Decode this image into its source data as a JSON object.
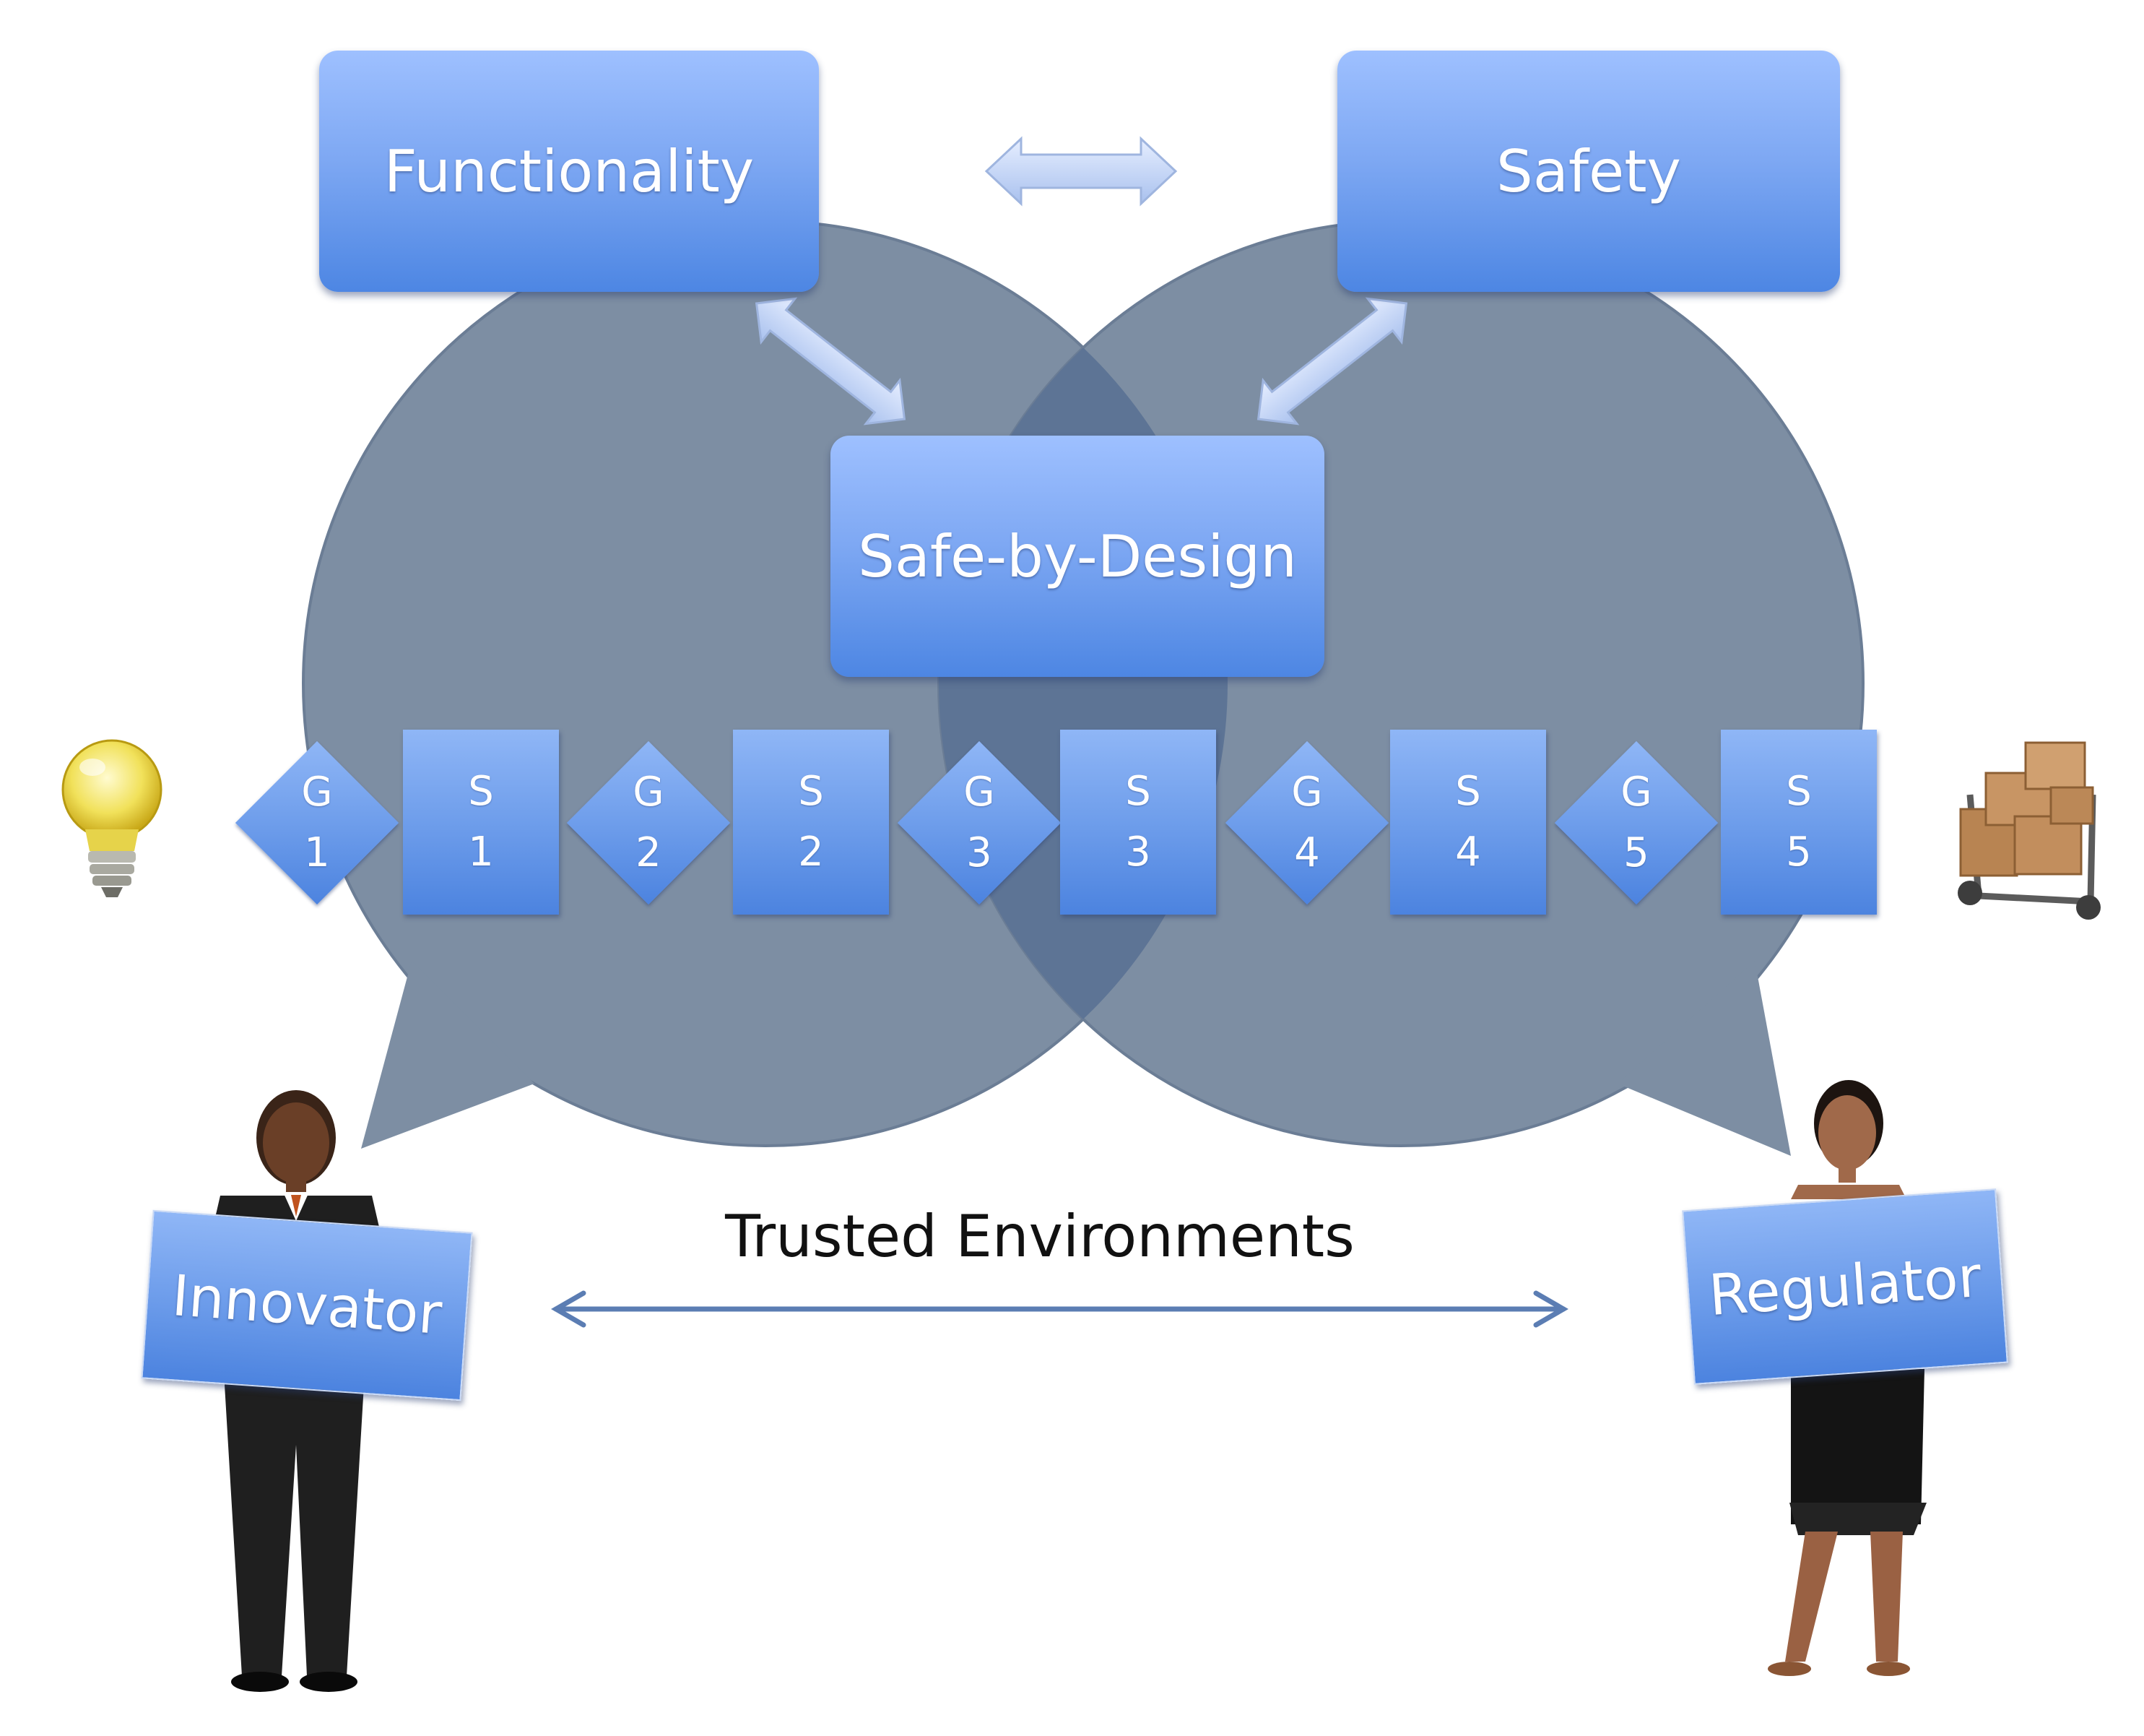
{
  "diagram": {
    "boxes": {
      "functionality": "Functionality",
      "safety": "Safety",
      "safe_by_design": "Safe-by-Design"
    },
    "stages": [
      {
        "type": "gate",
        "letter": "G",
        "number": "1"
      },
      {
        "type": "stage",
        "letter": "S",
        "number": "1"
      },
      {
        "type": "gate",
        "letter": "G",
        "number": "2"
      },
      {
        "type": "stage",
        "letter": "S",
        "number": "2"
      },
      {
        "type": "gate",
        "letter": "G",
        "number": "3"
      },
      {
        "type": "stage",
        "letter": "S",
        "number": "3"
      },
      {
        "type": "gate",
        "letter": "G",
        "number": "4"
      },
      {
        "type": "stage",
        "letter": "S",
        "number": "4"
      },
      {
        "type": "gate",
        "letter": "G",
        "number": "5"
      },
      {
        "type": "stage",
        "letter": "S",
        "number": "5"
      }
    ],
    "actors": {
      "innovator": "Innovator",
      "regulator": "Regulator"
    },
    "trusted_environments": "Trusted Environments",
    "icons": [
      "lightbulb-icon",
      "boxes-on-cart-icon",
      "innovator-person-icon",
      "regulator-person-icon"
    ],
    "colors": {
      "bubble": "#7d8ea3",
      "overlap": "#5d7495",
      "box_top": "#9ec0ff",
      "box_bottom": "#4d86e3",
      "arrow": "#5b7db3"
    }
  }
}
